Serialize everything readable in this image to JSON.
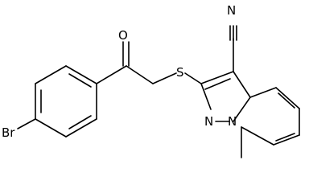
{
  "molecule": {
    "atoms": {
      "bromine": "Br",
      "oxygen": "O",
      "sulfur": "S",
      "nitrile_nitrogen": "N",
      "pyrazole_nitrogen_1": "N",
      "pyrazole_nitrogen_2": "N"
    }
  }
}
